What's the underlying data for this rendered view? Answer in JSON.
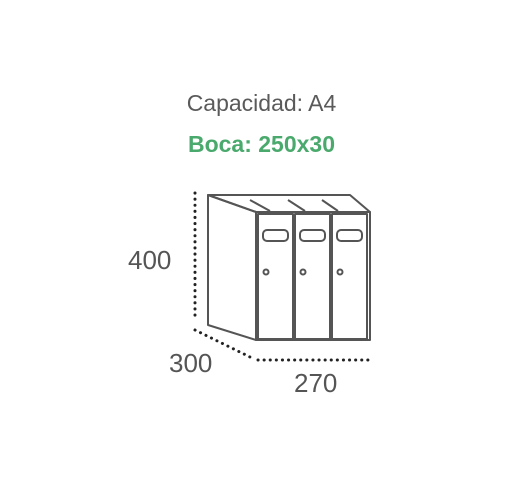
{
  "spec": {
    "capacity": "Capacidad: A4",
    "mouth": "Boca: 250x30"
  },
  "dimensions": {
    "height": "400",
    "depth": "300",
    "width": "270"
  },
  "mailbox": {
    "door_count": 3
  },
  "colors": {
    "capacity_text": "#5a5a5a",
    "mouth_text": "#4aa96c",
    "line": "#555555",
    "dim_dots": "#222222"
  }
}
